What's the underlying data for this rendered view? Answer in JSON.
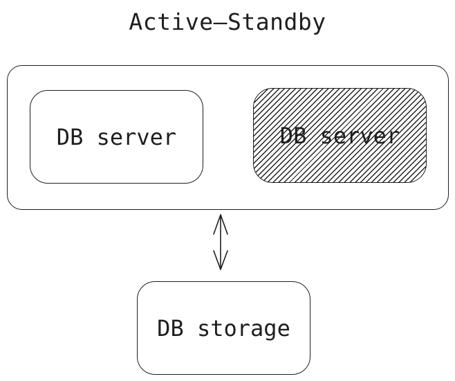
{
  "title": "Active–Standby",
  "nodes": {
    "active_server": "DB server",
    "standby_server": "DB server",
    "storage": "DB storage"
  },
  "standby_pattern": "hatched",
  "stroke_color": "#1e1e1e"
}
